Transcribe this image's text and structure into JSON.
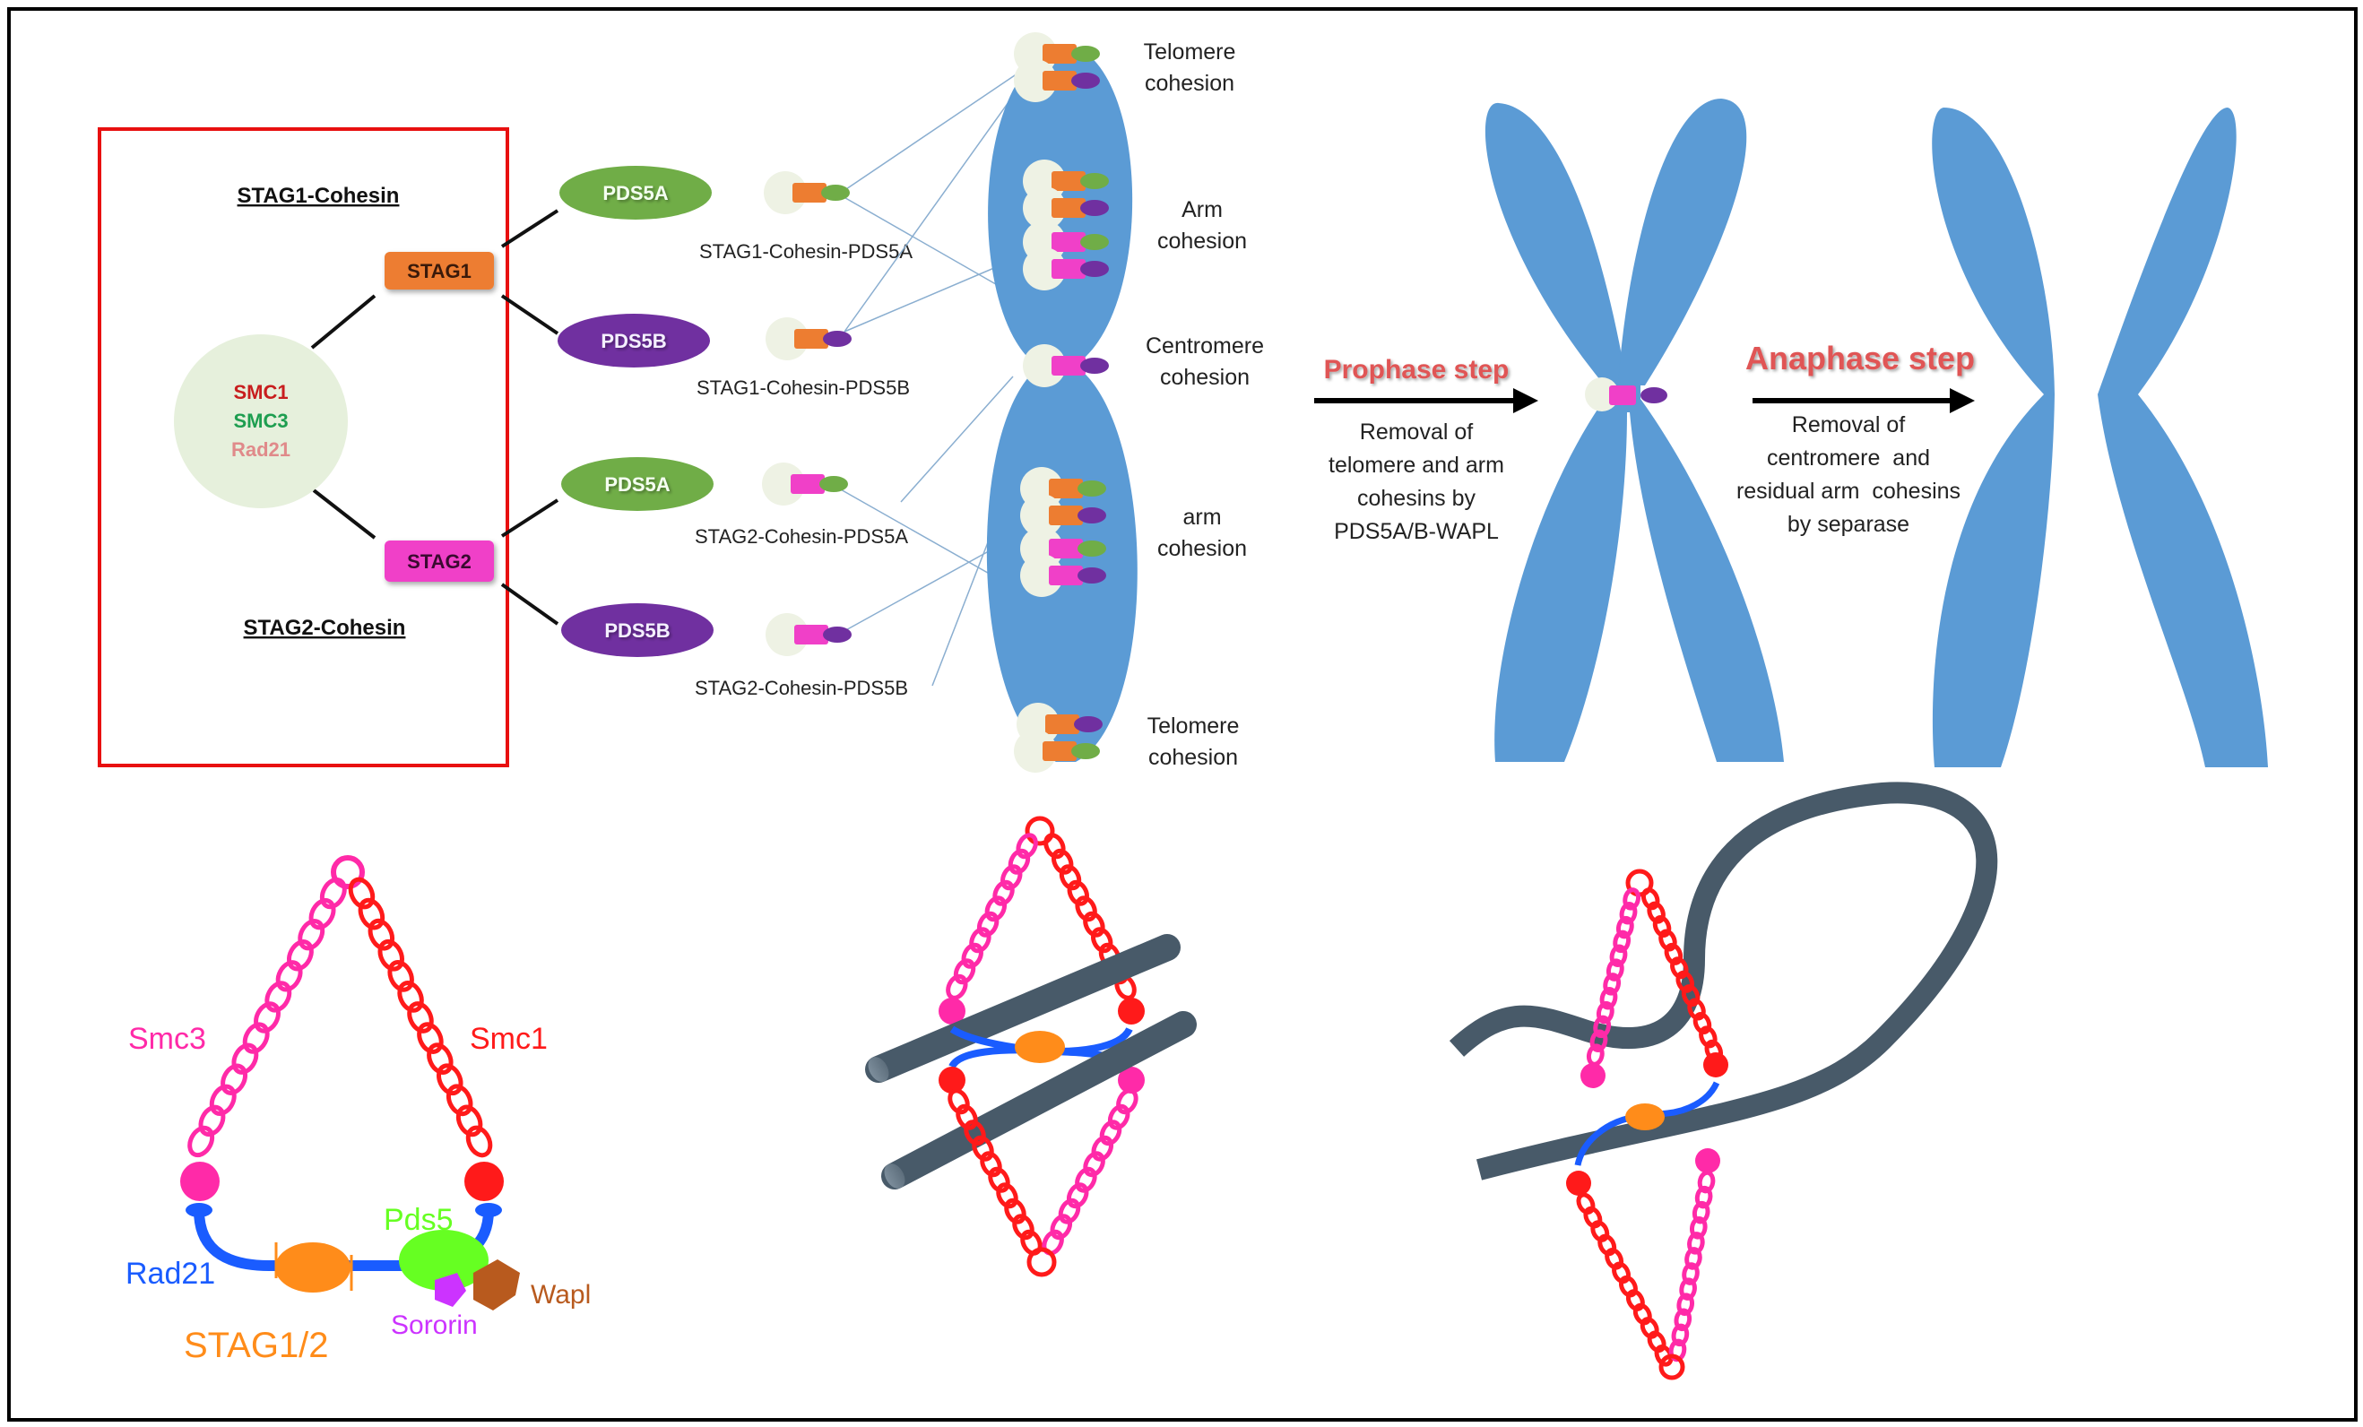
{
  "colors": {
    "chromosome": "#5b9bd5",
    "stag1": "#ed7d31",
    "stag2": "#f040c8",
    "pds5a": "#70ad47",
    "pds5b": "#7030a0",
    "core_circle": "#e6f0dc",
    "cohesin_ring_bg": "#eef2e4",
    "red_box": "#e81010",
    "step_title": "#e05555",
    "smc1": "#ff1a1a",
    "smc3": "#ff2aa8",
    "rad21": "#1a5cff",
    "stag12": "#ff8c1a",
    "pds5": "#66ff22",
    "sororin": "#cc33ff",
    "wapl": "#b85a1e",
    "dna": "#485a69"
  },
  "left_box": {
    "stag1_title": "STAG1-Cohesin",
    "stag2_title": "STAG2-Cohesin",
    "core": [
      "SMC1",
      "SMC3",
      "Rad21"
    ],
    "stag1": "STAG1",
    "stag2": "STAG2"
  },
  "partners": [
    {
      "label": "PDS5A",
      "complex": "STAG1-Cohesin-PDS5A",
      "stag": "stag1",
      "pds": "pds5a"
    },
    {
      "label": "PDS5B",
      "complex": "STAG1-Cohesin-PDS5B",
      "stag": "stag1",
      "pds": "pds5b"
    },
    {
      "label": "PDS5A",
      "complex": "STAG2-Cohesin-PDS5A",
      "stag": "stag2",
      "pds": "pds5a"
    },
    {
      "label": "PDS5B",
      "complex": "STAG2-Cohesin-PDS5B",
      "stag": "stag2",
      "pds": "pds5b"
    }
  ],
  "cohesion_labels": {
    "telomere_top": [
      "Telomere",
      "cohesion"
    ],
    "arm_top": [
      "Arm",
      "cohesion"
    ],
    "centromere": [
      "Centromere",
      "cohesion"
    ],
    "arm_bottom": [
      "arm",
      "cohesion"
    ],
    "telomere_bottom": [
      "Telomere",
      "cohesion"
    ]
  },
  "steps": {
    "prophase": {
      "title": "Prophase step",
      "desc": [
        "Removal of",
        "telomere and arm",
        "cohesins by",
        "PDS5A/B-WAPL"
      ]
    },
    "anaphase": {
      "title": "Anaphase step",
      "desc": [
        "Removal of",
        "centromere  and",
        "residual arm  cohesins",
        "by separase"
      ]
    }
  },
  "ring_labels": {
    "smc3": "Smc3",
    "smc1": "Smc1",
    "pds5": "Pds5",
    "rad21": "Rad21",
    "wapl": "Wapl",
    "sororin": "Sororin",
    "stag": "STAG1/2"
  }
}
